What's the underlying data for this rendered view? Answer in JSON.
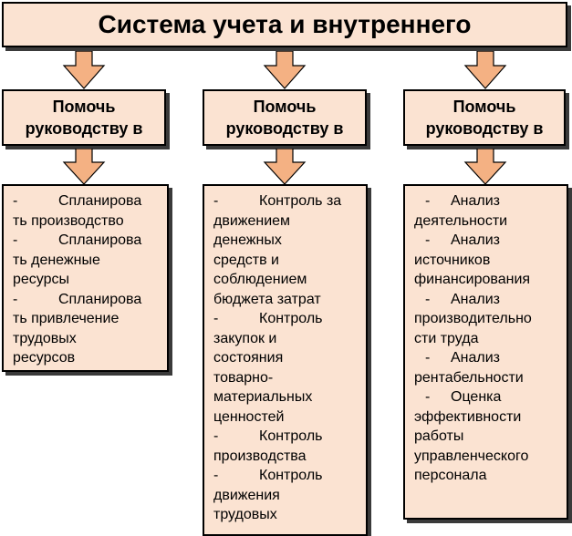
{
  "title": "Система учета и внутреннего",
  "colors": {
    "box_fill": "#fbe3d2",
    "arrow_fill": "#f4b183",
    "shadow": "#3a3a3a"
  },
  "columns": [
    {
      "header": [
        "Помочь",
        "руководству  в"
      ],
      "items": [
        {
          "bullet": "-",
          "lines": [
            "Спланирова",
            "ть производство"
          ]
        },
        {
          "bullet": "-",
          "lines": [
            "Спланирова",
            "ть денежные",
            "ресурсы"
          ]
        },
        {
          "bullet": "-",
          "lines": [
            "Спланирова",
            "ть привлечение",
            "трудовых",
            "ресурсов"
          ]
        }
      ]
    },
    {
      "header": [
        "Помочь",
        "руководству  в"
      ],
      "items": [
        {
          "bullet": "-",
          "lines": [
            "Контроль за",
            "движением",
            "денежных",
            "средств и",
            "соблюдением",
            "бюджета затрат"
          ]
        },
        {
          "bullet": "-",
          "lines": [
            "Контроль",
            "закупок и",
            "состояния",
            "товарно-",
            "материальных",
            "ценностей"
          ]
        },
        {
          "bullet": "-",
          "lines": [
            "Контроль",
            "производства"
          ]
        },
        {
          "bullet": "-",
          "lines": [
            "Контроль",
            "движения",
            "трудовых"
          ]
        }
      ]
    },
    {
      "header": [
        "Помочь",
        "руководству  в"
      ],
      "items": [
        {
          "bullet": "-",
          "lines": [
            "Анализ",
            "деятельности"
          ]
        },
        {
          "bullet": "-",
          "lines": [
            "Анализ",
            "источников",
            "финансирования"
          ]
        },
        {
          "bullet": "-",
          "lines": [
            "Анализ",
            "производительно",
            "сти труда"
          ]
        },
        {
          "bullet": "-",
          "lines": [
            "Анализ",
            "рентабельности"
          ]
        },
        {
          "bullet": "-",
          "lines": [
            "Оценка",
            "эффективности",
            "работы",
            "управленческого",
            "персонала"
          ]
        }
      ]
    }
  ]
}
